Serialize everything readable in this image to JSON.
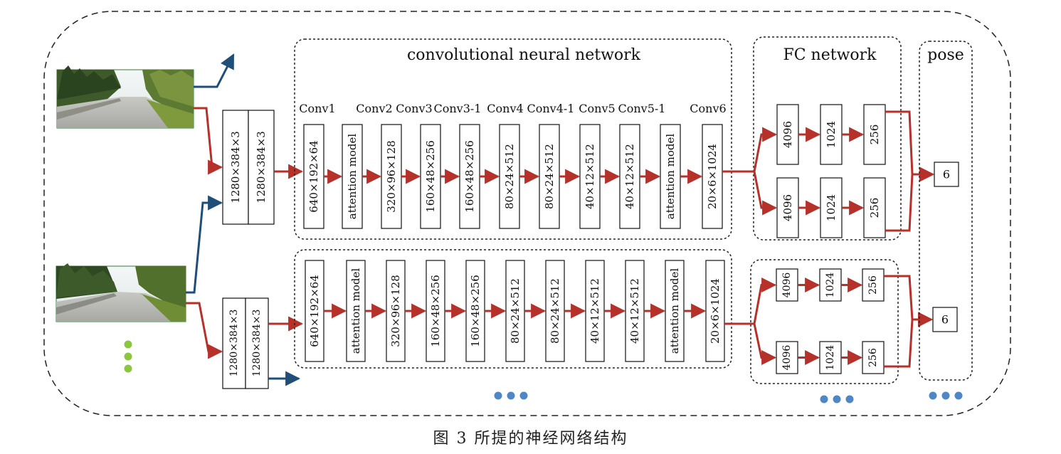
{
  "caption": "图 3 所提的神经网络结构",
  "sections": {
    "cnn_title": "convolutional neural network",
    "fc_title": "FC network",
    "pose_title": "pose"
  },
  "input_labels": [
    "1280×384×3",
    "1280×384×3"
  ],
  "conv_names": [
    "Conv1",
    "Conv2",
    "Conv3",
    "Conv3-1",
    "Conv4",
    "Conv4-1",
    "Conv5",
    "Conv5-1",
    "Conv6"
  ],
  "cnn_layers": [
    "640×192×64",
    "attention model",
    "320×96×128",
    "160×48×256",
    "160×48×256",
    "80×24×512",
    "80×24×512",
    "40×12×512",
    "40×12×512",
    "attention model",
    "20×6×1024"
  ],
  "fc_layers": [
    "4096",
    "1024",
    "256"
  ],
  "pose_output": "6",
  "colors": {
    "red_arrow": "#b5312a",
    "blue_arrow": "#1f4e79",
    "green_dots": "#8cc63f",
    "blue_dots": "#4f86c6"
  }
}
